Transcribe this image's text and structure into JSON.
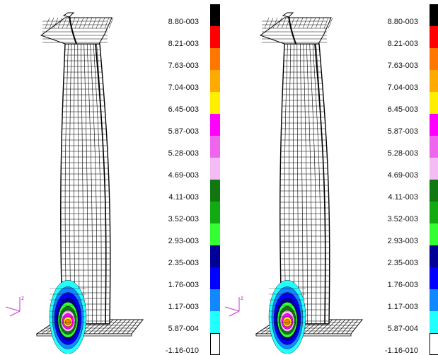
{
  "panels": [
    {
      "legend": {
        "levels": [
          "8.80-003",
          "8.21-003",
          "7.63-003",
          "7.04-003",
          "6.45-003",
          "5.87-003",
          "5.28-003",
          "4.69-003",
          "4.11-003",
          "3.52-003",
          "2.93-003",
          "2.35-003",
          "1.76-003",
          "1.17-003",
          "5.87-004",
          "-1.16-010"
        ],
        "colors": [
          "#000000",
          "#ff0000",
          "#ff7700",
          "#ffaa00",
          "#ffee00",
          "#ff00ff",
          "#ee66ee",
          "#f4bbf4",
          "#117711",
          "#11aa11",
          "#33ff33",
          "#000099",
          "#0000ff",
          "#1188ff",
          "#22ffff",
          "#ffffff"
        ]
      },
      "axis": {
        "z": "z"
      }
    },
    {
      "legend": {
        "levels": [
          "8.80-003",
          "8.21-003",
          "7.63-003",
          "7.04-003",
          "6.45-003",
          "5.87-003",
          "5.28-003",
          "4.69-003",
          "4.11-003",
          "3.52-003",
          "2.93-003",
          "2.35-003",
          "1.76-003",
          "1.17-003",
          "5.87-004",
          "-1.16-010"
        ],
        "colors": [
          "#000000",
          "#ff0000",
          "#ff7700",
          "#ffaa00",
          "#ffee00",
          "#ff00ff",
          "#ee66ee",
          "#f4bbf4",
          "#117711",
          "#11aa11",
          "#33ff33",
          "#000099",
          "#0000ff",
          "#1188ff",
          "#22ffff",
          "#ffffff"
        ]
      },
      "axis": {
        "z": "z"
      }
    }
  ]
}
